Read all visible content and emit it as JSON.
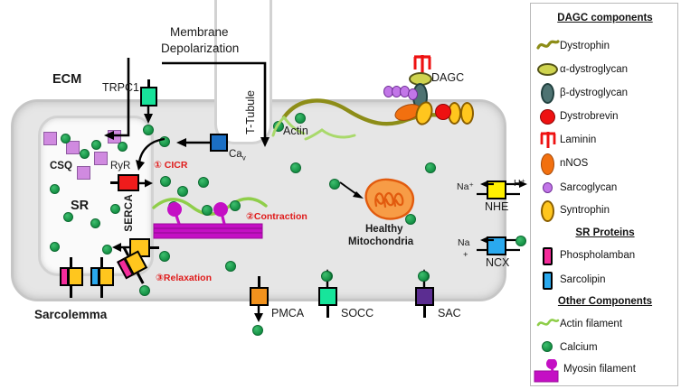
{
  "diagram": {
    "labels": {
      "ecm": "ECM",
      "sarcolemma": "Sarcolemma",
      "sr": "SR",
      "csq": "CSQ",
      "ryr": "RyR",
      "serca": "SERCA",
      "trpc1": "TRPC1",
      "membrane_depolarization": "Membrane\nDepolarization",
      "membrane_depolarization_line1": "Membrane",
      "membrane_depolarization_line2": "Depolarization",
      "t_tubule": "T-Tubule",
      "cav": "Ca",
      "cav_sub": "v",
      "actin": "Actin",
      "dagc": "DAGC",
      "mito_line1": "Healthy",
      "mito_line2": "Mitochondria",
      "step1": "① CICR",
      "step2": "②Contraction",
      "step3": "③Relaxation",
      "nhe": "NHE",
      "ncx": "NCX",
      "pmca": "PMCA",
      "socc": "SOCC",
      "sac": "SAC",
      "na_nhe": "Na⁺",
      "h_nhe": "H⁺",
      "na_ncx": "Na",
      "na_ncx_sub": "+"
    },
    "colors": {
      "trpc1": "#18e39a",
      "cav": "#1b6fc4",
      "ryr": "#ef1c1c",
      "serca": "#ffc61e",
      "nhe": "#fff000",
      "ncx": "#2aa9ee",
      "pmca": "#f2921d",
      "socc": "#17e59b",
      "sac": "#5b2d91",
      "calcium": "#149044",
      "csq": "#d08ae0",
      "myosin": "#c40fc4",
      "actin": "#8fce4a",
      "dystrophin": "#8d8d18",
      "mitochondria": "#f79c46",
      "red_text": "#e01b1b",
      "cell_fill": "#e6e6e6"
    }
  },
  "legend": {
    "sections": [
      {
        "title": "DAGC components",
        "items": [
          {
            "icon": "dystrophin-wave-icon",
            "label": "Dystrophin"
          },
          {
            "icon": "alpha-dystroglycan-icon",
            "label": "α-dystroglycan"
          },
          {
            "icon": "beta-dystroglycan-icon",
            "label": "β-dystroglycan"
          },
          {
            "icon": "dystrobrevin-icon",
            "label": "Dystrobrevin"
          },
          {
            "icon": "laminin-icon",
            "label": "Laminin"
          },
          {
            "icon": "nnos-icon",
            "label": "nNOS"
          },
          {
            "icon": "sarcoglycan-icon",
            "label": "Sarcoglycan"
          },
          {
            "icon": "syntrophin-icon",
            "label": "Syntrophin"
          }
        ]
      },
      {
        "title": "SR Proteins",
        "items": [
          {
            "icon": "phospholamban-icon",
            "label": "Phospholamban"
          },
          {
            "icon": "sarcolipin-icon",
            "label": "Sarcolipin"
          }
        ]
      },
      {
        "title": "Other Components",
        "items": [
          {
            "icon": "actin-filament-icon",
            "label": "Actin filament"
          },
          {
            "icon": "calcium-icon",
            "label": "Calcium"
          },
          {
            "icon": "myosin-filament-icon",
            "label": "Myosin filament"
          }
        ]
      }
    ]
  }
}
